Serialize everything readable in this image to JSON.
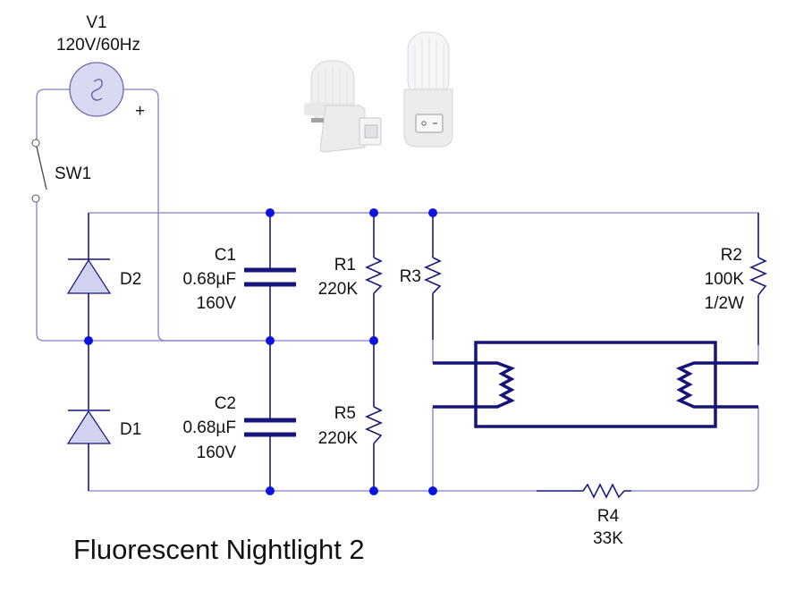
{
  "title": "Fluorescent Nightlight 2",
  "photo": {
    "description": "two plug-in fluorescent nightlights with rocker switches"
  },
  "components": {
    "V1": {
      "name": "V1",
      "value": "120V/60Hz",
      "polarity": "+"
    },
    "SW1": {
      "name": "SW1"
    },
    "D1": {
      "name": "D1"
    },
    "D2": {
      "name": "D2"
    },
    "C1": {
      "name": "C1",
      "value": "0.68µF",
      "rating": "160V"
    },
    "C2": {
      "name": "C2",
      "value": "0.68µF",
      "rating": "160V"
    },
    "R1": {
      "name": "R1",
      "value": "220K"
    },
    "R2": {
      "name": "R2",
      "value": "100K",
      "rating": "1/2W"
    },
    "R3": {
      "name": "R3"
    },
    "R4": {
      "name": "R4",
      "value": "33K"
    },
    "R5": {
      "name": "R5",
      "value": "220K"
    }
  },
  "colors": {
    "wire": "#8080c8",
    "component": "#14147a",
    "node": "#0a14e0",
    "source_fill": "#d8daf2"
  }
}
